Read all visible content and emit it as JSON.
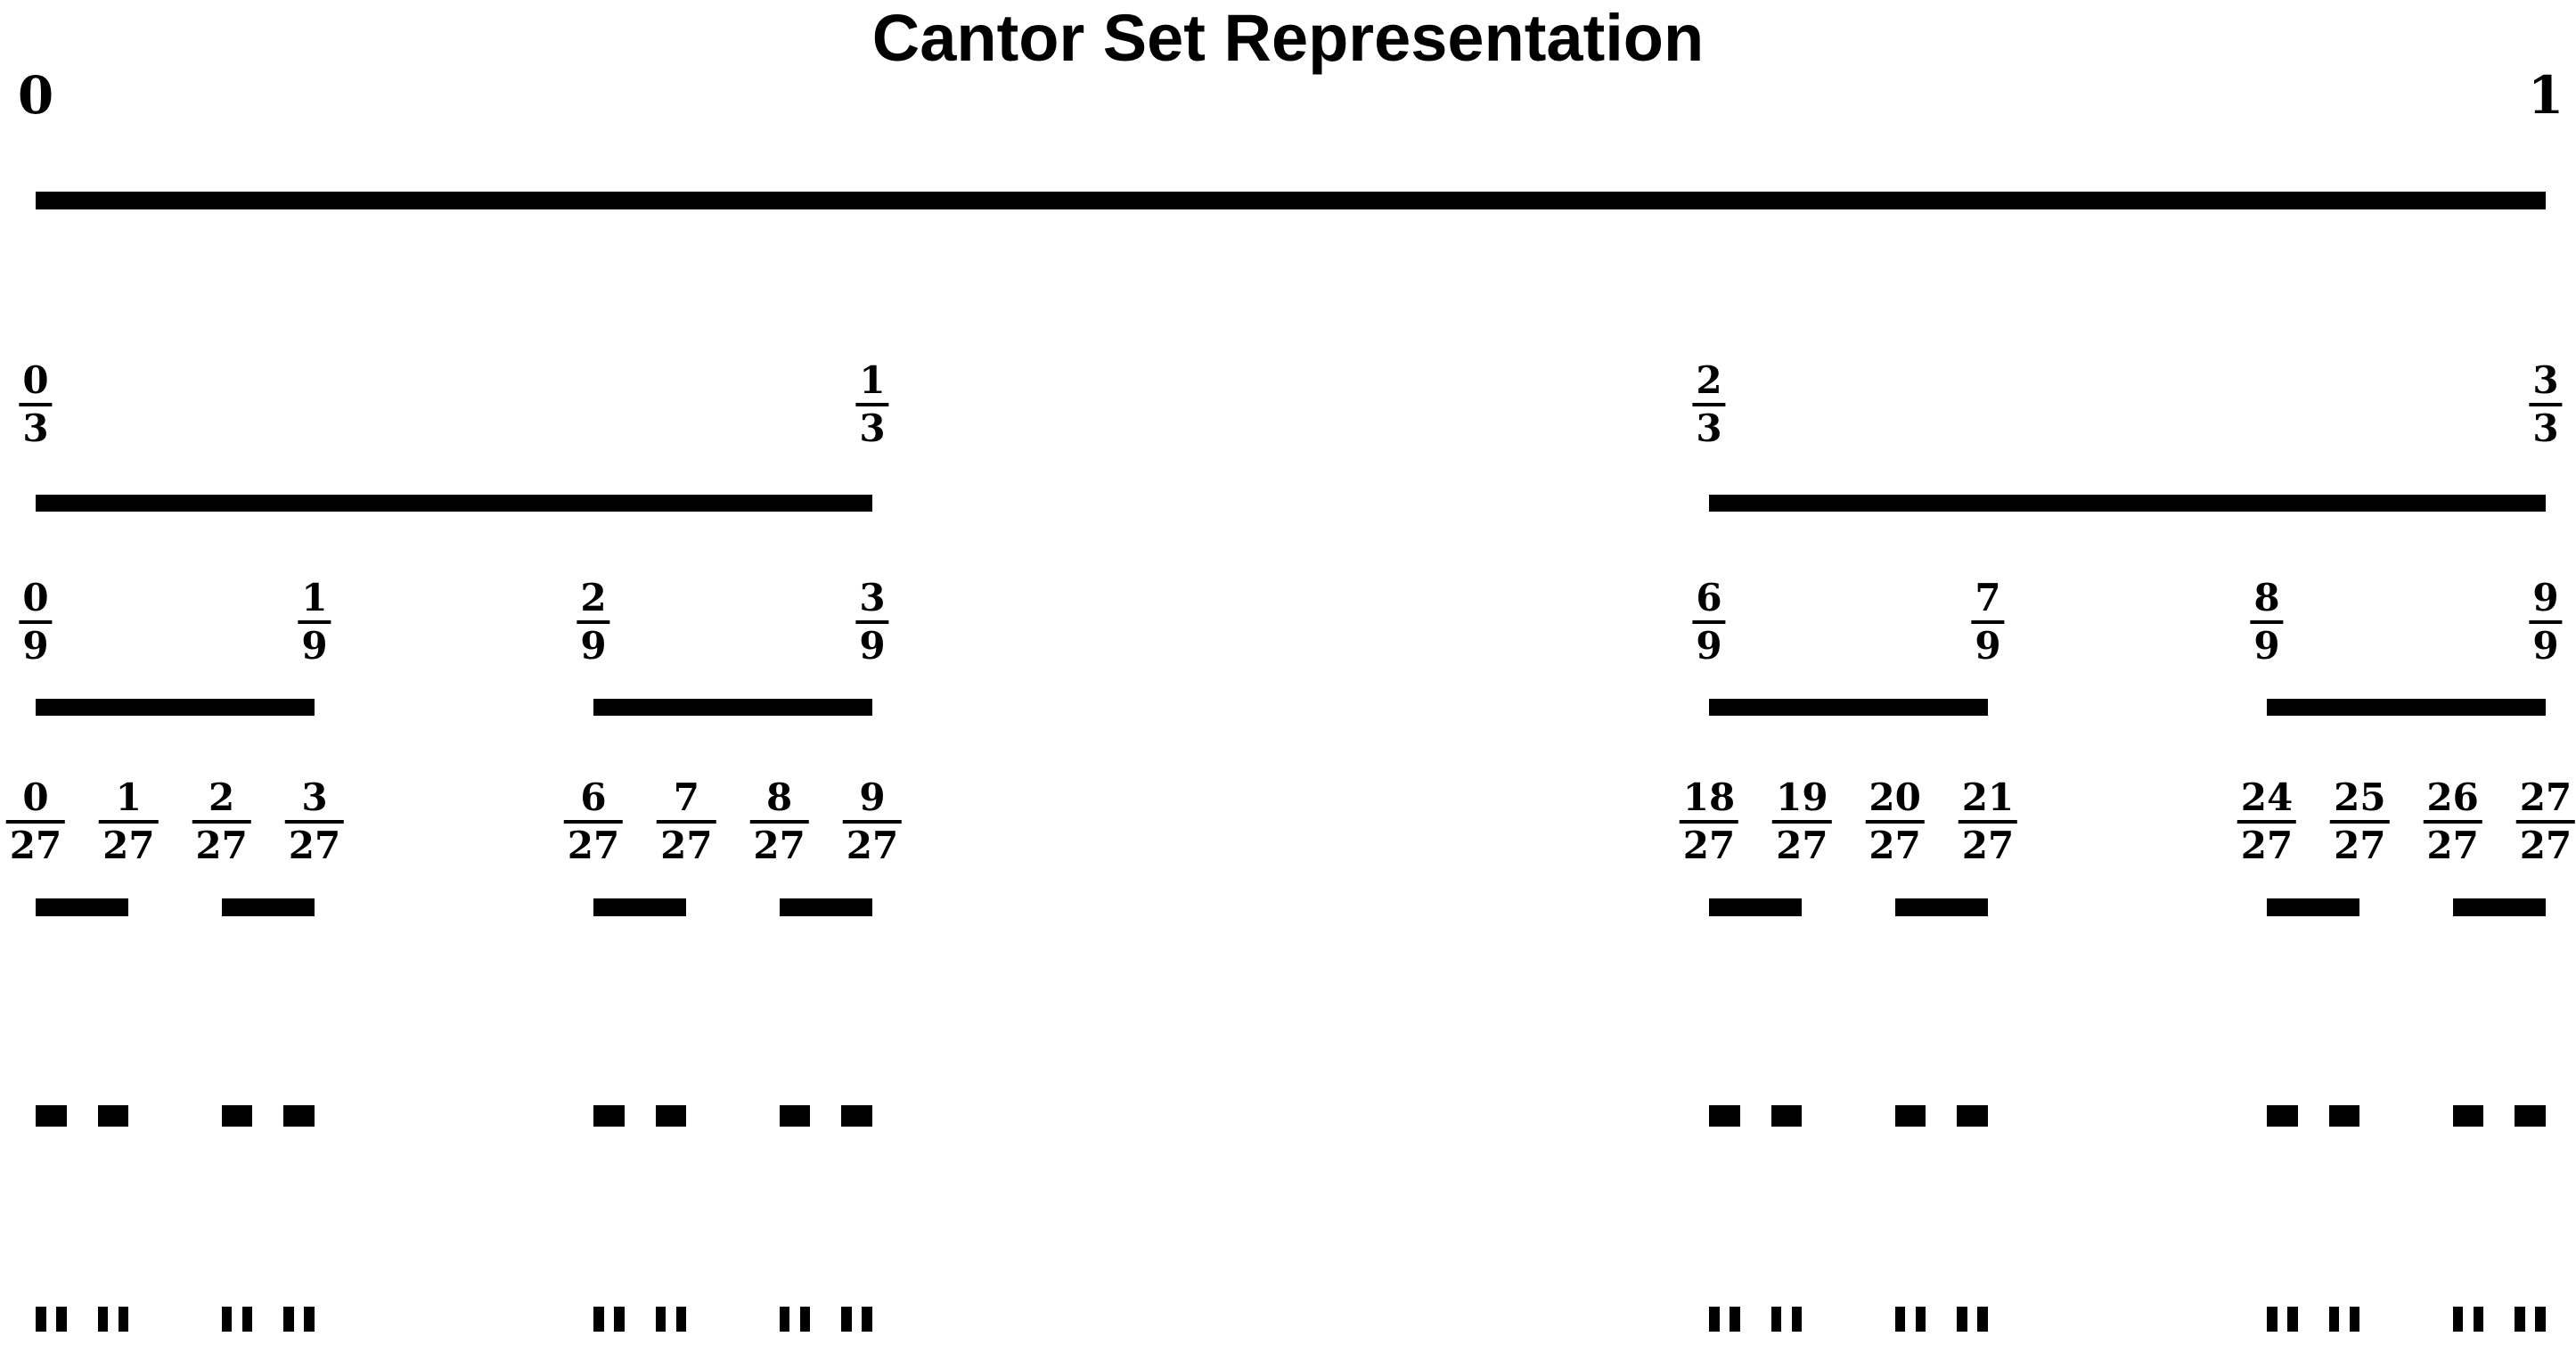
{
  "title": "Cantor Set Representation",
  "colors": {
    "foreground": "#000000",
    "background": "#ffffff"
  },
  "chart_data": {
    "type": "cantor-set-diagram",
    "title": "Cantor Set Representation",
    "interval_endpoint_labels": [
      "0",
      "1"
    ],
    "num_levels": 6,
    "levels": [
      {
        "level": 0,
        "denominator": 1,
        "label_type": "plain",
        "label_numerators": [
          0,
          1
        ],
        "segments": [
          [
            0,
            1
          ]
        ]
      },
      {
        "level": 1,
        "denominator": 3,
        "label_type": "fraction",
        "label_numerators": [
          0,
          1,
          2,
          3
        ],
        "segments": [
          [
            0,
            1
          ],
          [
            2,
            3
          ]
        ]
      },
      {
        "level": 2,
        "denominator": 9,
        "label_type": "fraction",
        "label_numerators": [
          0,
          1,
          2,
          3,
          6,
          7,
          8,
          9
        ],
        "segments": [
          [
            0,
            1
          ],
          [
            2,
            3
          ],
          [
            6,
            7
          ],
          [
            8,
            9
          ]
        ]
      },
      {
        "level": 3,
        "denominator": 27,
        "label_type": "fraction",
        "label_numerators": [
          0,
          1,
          2,
          3,
          6,
          7,
          8,
          9,
          18,
          19,
          20,
          21,
          24,
          25,
          26,
          27
        ],
        "segments": [
          [
            0,
            1
          ],
          [
            2,
            3
          ],
          [
            6,
            7
          ],
          [
            8,
            9
          ],
          [
            18,
            19
          ],
          [
            20,
            21
          ],
          [
            24,
            25
          ],
          [
            26,
            27
          ]
        ]
      },
      {
        "level": 4,
        "denominator": 81,
        "label_type": "none",
        "label_numerators": [],
        "segments": [
          [
            0,
            1
          ],
          [
            2,
            3
          ],
          [
            6,
            7
          ],
          [
            8,
            9
          ],
          [
            18,
            19
          ],
          [
            20,
            21
          ],
          [
            24,
            25
          ],
          [
            26,
            27
          ],
          [
            54,
            55
          ],
          [
            56,
            57
          ],
          [
            60,
            61
          ],
          [
            62,
            63
          ],
          [
            72,
            73
          ],
          [
            74,
            75
          ],
          [
            78,
            79
          ],
          [
            80,
            81
          ]
        ]
      },
      {
        "level": 5,
        "denominator": 243,
        "label_type": "none",
        "label_numerators": [],
        "segments": [
          [
            0,
            1
          ],
          [
            2,
            3
          ],
          [
            6,
            7
          ],
          [
            8,
            9
          ],
          [
            18,
            19
          ],
          [
            20,
            21
          ],
          [
            24,
            25
          ],
          [
            26,
            27
          ],
          [
            54,
            55
          ],
          [
            56,
            57
          ],
          [
            60,
            61
          ],
          [
            62,
            63
          ],
          [
            72,
            73
          ],
          [
            74,
            75
          ],
          [
            78,
            79
          ],
          [
            80,
            81
          ],
          [
            162,
            163
          ],
          [
            164,
            165
          ],
          [
            168,
            169
          ],
          [
            170,
            171
          ],
          [
            180,
            181
          ],
          [
            182,
            183
          ],
          [
            186,
            187
          ],
          [
            188,
            189
          ],
          [
            216,
            217
          ],
          [
            218,
            219
          ],
          [
            222,
            223
          ],
          [
            224,
            225
          ],
          [
            234,
            235
          ],
          [
            236,
            237
          ],
          [
            240,
            241
          ],
          [
            242,
            243
          ]
        ]
      }
    ]
  }
}
